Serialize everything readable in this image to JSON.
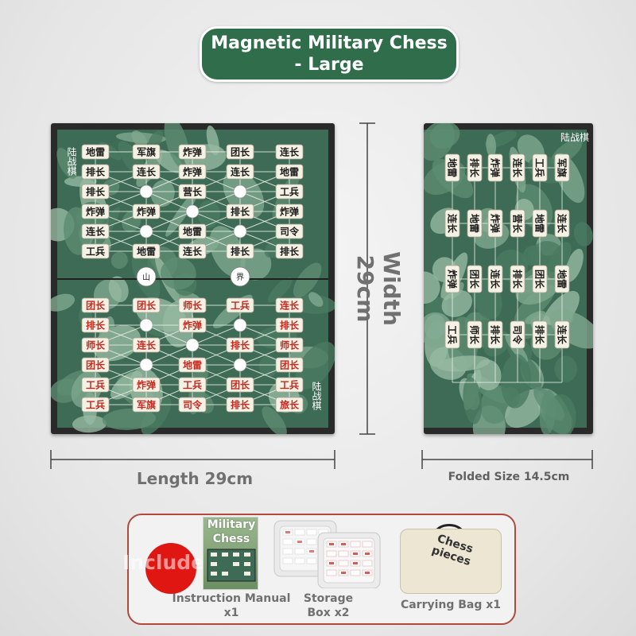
{
  "title": "Magnetic Military Chess - Large",
  "colors": {
    "accent_green": "#2f6d4b",
    "camo_light": "#7fa88e",
    "camo_dark": "#3e6b55",
    "red_piece_text": "#c8281e",
    "black_piece_text": "#1a1a1a",
    "includes_red": "#e01612"
  },
  "board_main": {
    "side_labels": [
      "陆战棋",
      "陆战棋"
    ],
    "top_rows": [
      [
        "地雷",
        "军旗",
        "炸弹",
        "团长",
        "连长"
      ],
      [
        "排长",
        "连长",
        "炸弹",
        "连长",
        "地雷"
      ],
      [
        "排长",
        "",
        "营长",
        "",
        "工兵"
      ],
      [
        "炸弹",
        "炸弹",
        "",
        "排长",
        "炸弹"
      ],
      [
        "连长",
        "",
        "地雷",
        "",
        "司令"
      ],
      [
        "工兵",
        "地雷",
        "连长",
        "排长",
        "排长"
      ]
    ],
    "bottom_rows": [
      [
        "团长",
        "团长",
        "师长",
        "工兵",
        "连长"
      ],
      [
        "排长",
        "",
        "炸弹",
        "",
        "排长"
      ],
      [
        "师长",
        "连长",
        "",
        "排长",
        "师长"
      ],
      [
        "团长",
        "",
        "地雷",
        "",
        "团长"
      ],
      [
        "工兵",
        "炸弹",
        "工兵",
        "团长",
        "工兵"
      ],
      [
        "工兵",
        "军旗",
        "司令",
        "排长",
        "旅长"
      ]
    ],
    "mountain_labels": [
      "山",
      "界"
    ]
  },
  "board_folded": {
    "side_label": "陆战棋",
    "pieces": [
      "地雷",
      "排长",
      "炸弹",
      "连长",
      "工兵",
      "军旗",
      "连长",
      "地雷",
      "炸弹",
      "营长",
      "地雷",
      "连长",
      "炸弹",
      "团长",
      "连长",
      "排长",
      "团长",
      "地雷",
      "工兵",
      "师长",
      "排长",
      "司令",
      "排长",
      "连长"
    ]
  },
  "dimensions": {
    "width": "Width 29cm",
    "length": "Length 29cm",
    "folded": "Folded Size 14.5cm"
  },
  "includes": {
    "badge": "Includes",
    "manual_title": "Military Chess",
    "items": [
      {
        "label": "Instruction Manual x1"
      },
      {
        "label": "Storage Box x2"
      },
      {
        "label": "Carrying Bag x1"
      }
    ],
    "bag_text": "Chess pieces"
  },
  "icons": [
    "camouflage-board-icon",
    "storage-box-icon",
    "carrying-bag-icon",
    "manual-book-icon"
  ]
}
